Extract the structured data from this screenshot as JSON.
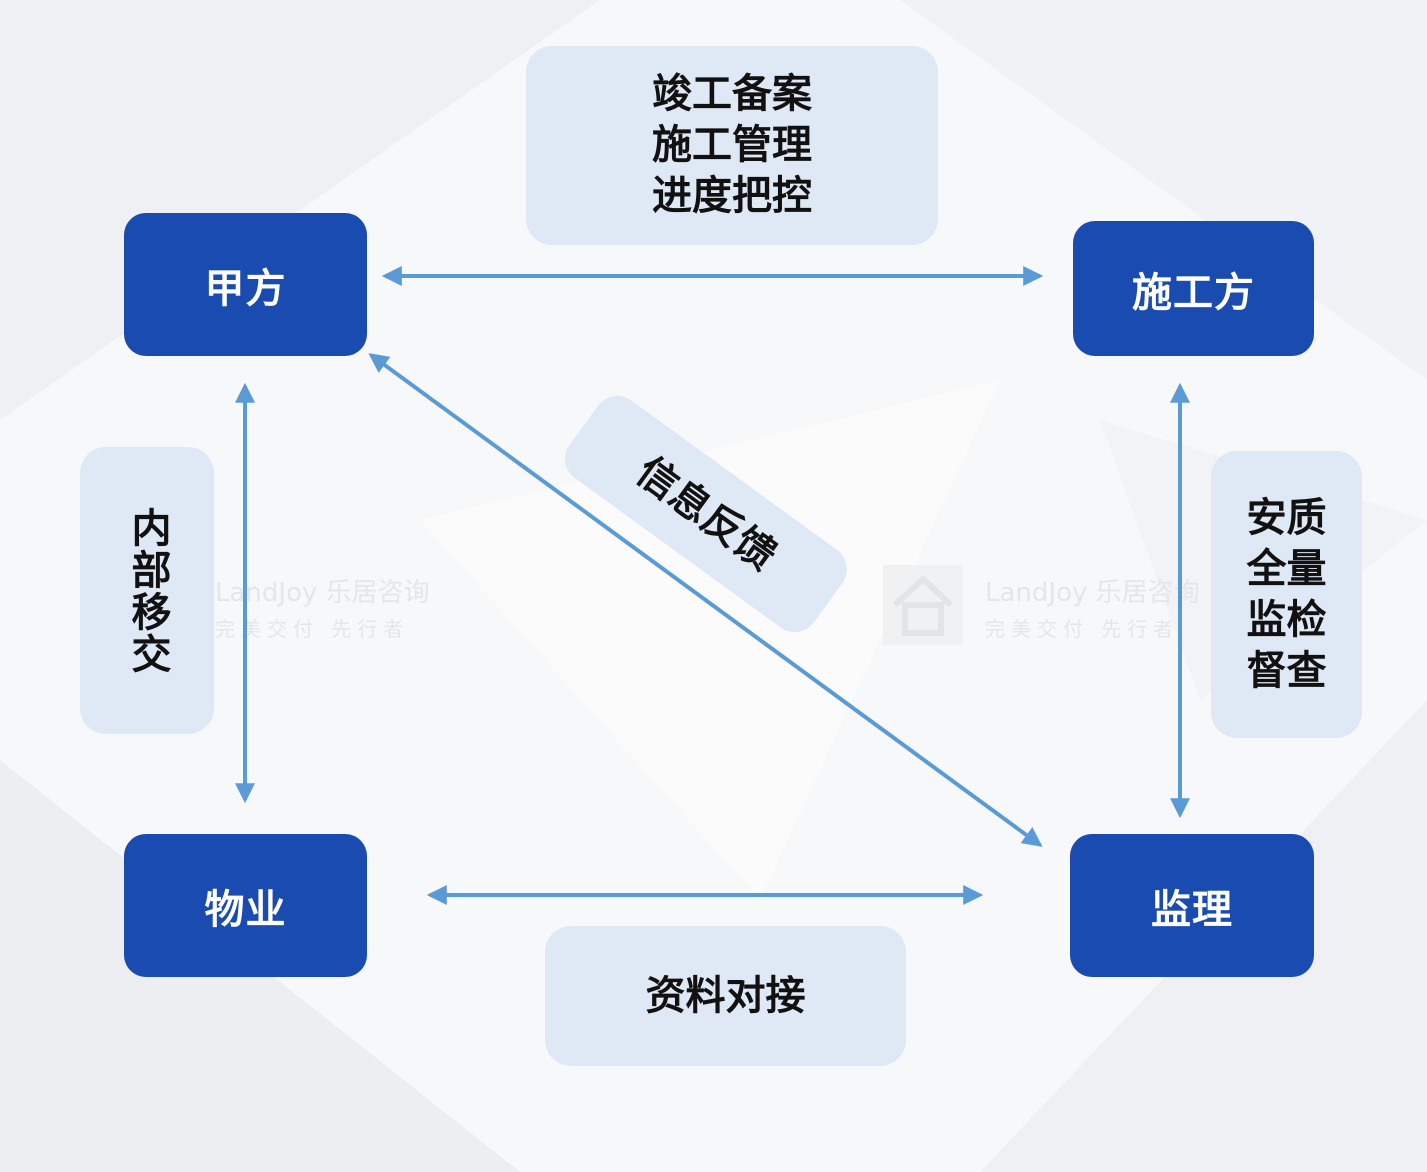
{
  "colors": {
    "node_fill": "#1a4bb0",
    "label_fill": "#dfe8f5",
    "arrow": "#5b9bd5",
    "text_dark": "#111111"
  },
  "nodes": {
    "owner": "甲方",
    "contractor": "施工方",
    "property": "物业",
    "supervisor": "监理"
  },
  "labels": {
    "owner_contractor": [
      "竣工备案",
      "施工管理",
      "进度把控"
    ],
    "owner_supervisor": "信息反馈",
    "owner_property": "内部移交",
    "contractor_supervisor": [
      "安质",
      "全量",
      "监检",
      "督查"
    ],
    "property_supervisor": "资料对接"
  },
  "watermark": {
    "brand": "LandJoy 乐居咨询",
    "slogan": "完美交付 先行者",
    "logo_icon": "house-icon"
  }
}
